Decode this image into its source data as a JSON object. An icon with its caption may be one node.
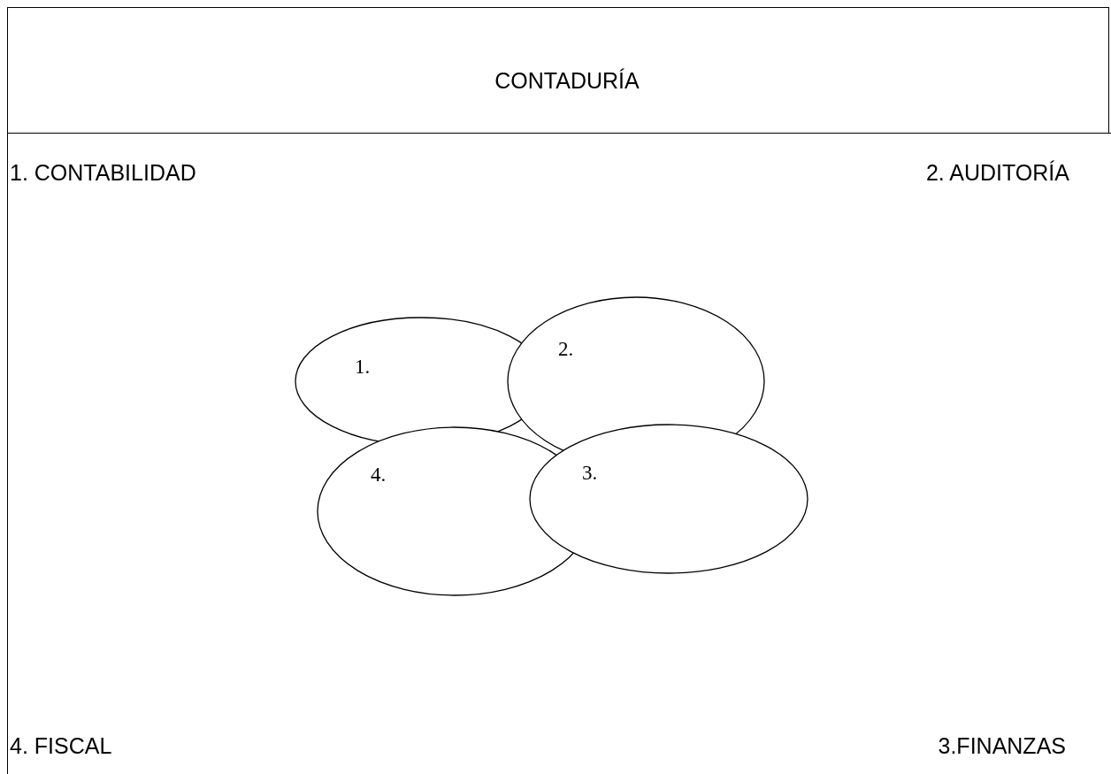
{
  "diagram": {
    "nodes": [
      {
        "text": [
          "CONTADURÍA"
        ]
      },
      {
        "text": [
          "1. CONTABILIDAD",
          "2. AUDITORÍA",
          "4. FISCAL",
          "3.FINANZAS"
        ]
      },
      {
        "text": [
          "1."
        ],
        "in": 1
      },
      {
        "text": [
          "2."
        ],
        "in": 1
      },
      {
        "text": [
          "4."
        ],
        "in": 1
      },
      {
        "text": [
          "3."
        ],
        "in": 1
      }
    ]
  }
}
